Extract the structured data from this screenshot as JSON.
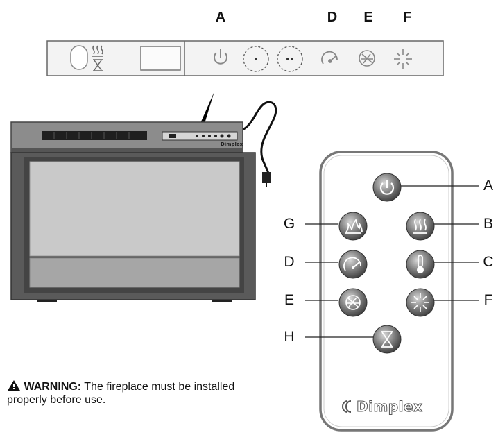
{
  "control_panel": {
    "letters": [
      "A",
      "D",
      "E",
      "F"
    ]
  },
  "fireplace": {
    "badge": "Dimplex"
  },
  "remote": {
    "brand": "Dimplex",
    "callouts": {
      "a": "A",
      "b": "B",
      "c": "C",
      "d": "D",
      "e": "E",
      "f": "F",
      "g": "G",
      "h": "H"
    }
  },
  "warning": {
    "label": "WARNING:",
    "text": "The fireplace must be installed properly before use."
  }
}
